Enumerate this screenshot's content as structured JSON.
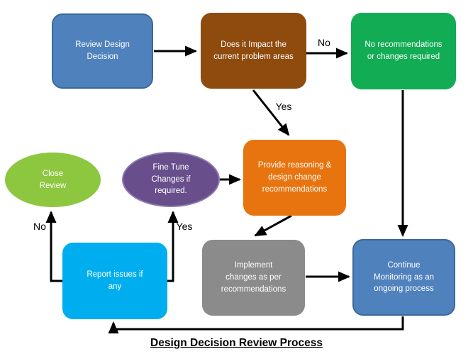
{
  "title": "Design Decision Review Process",
  "colors": {
    "steel_blue": "#4F81BD",
    "steel_blue_border": "#3A6999",
    "brown": "#8F4B0E",
    "green": "#12AC54",
    "orange": "#E8740F",
    "lime_green": "#8DC63F",
    "purple": "#684F8C",
    "purple_border": "#8C7BAE",
    "cyan": "#00AEEF",
    "gray": "#8B8B8B",
    "arrow_black": "#000000",
    "node_text": "#FFFFFF",
    "label_text": "#000000"
  },
  "nodes": {
    "review": {
      "label": "Review Design Decision",
      "shape": "rounded-rect"
    },
    "impact": {
      "label": "Does it Impact the current problem areas",
      "shape": "rounded-rect"
    },
    "no_changes": {
      "label": "No recommendations or changes required",
      "shape": "rounded-rect"
    },
    "provide": {
      "label": "Provide reasoning & design change recommendations",
      "shape": "rounded-rect"
    },
    "close": {
      "label": "Close Review",
      "shape": "ellipse"
    },
    "fine_tune": {
      "label": "Fine Tune Changes if required.",
      "shape": "ellipse"
    },
    "report": {
      "label": "Report issues if any",
      "shape": "rounded-rect"
    },
    "implement": {
      "label": "Implement changes as per recommendations",
      "shape": "rounded-rect"
    },
    "monitor": {
      "label": "Continue Monitoring as an ongoing process",
      "shape": "rounded-rect"
    }
  },
  "edge_labels": {
    "impact_to_no_changes": "No",
    "impact_to_provide": "Yes",
    "report_to_close": "No",
    "report_to_fine_tune": "Yes"
  },
  "edges": [
    {
      "from": "review",
      "to": "impact",
      "label": ""
    },
    {
      "from": "impact",
      "to": "no_changes",
      "label": "No"
    },
    {
      "from": "impact",
      "to": "provide",
      "label": "Yes"
    },
    {
      "from": "no_changes",
      "to": "monitor",
      "label": ""
    },
    {
      "from": "fine_tune",
      "to": "provide",
      "label": ""
    },
    {
      "from": "provide",
      "to": "implement",
      "label": ""
    },
    {
      "from": "implement",
      "to": "monitor",
      "label": ""
    },
    {
      "from": "monitor",
      "to": "report",
      "label": ""
    },
    {
      "from": "report",
      "to": "close",
      "label": "No"
    },
    {
      "from": "report",
      "to": "fine_tune",
      "label": "Yes"
    }
  ]
}
